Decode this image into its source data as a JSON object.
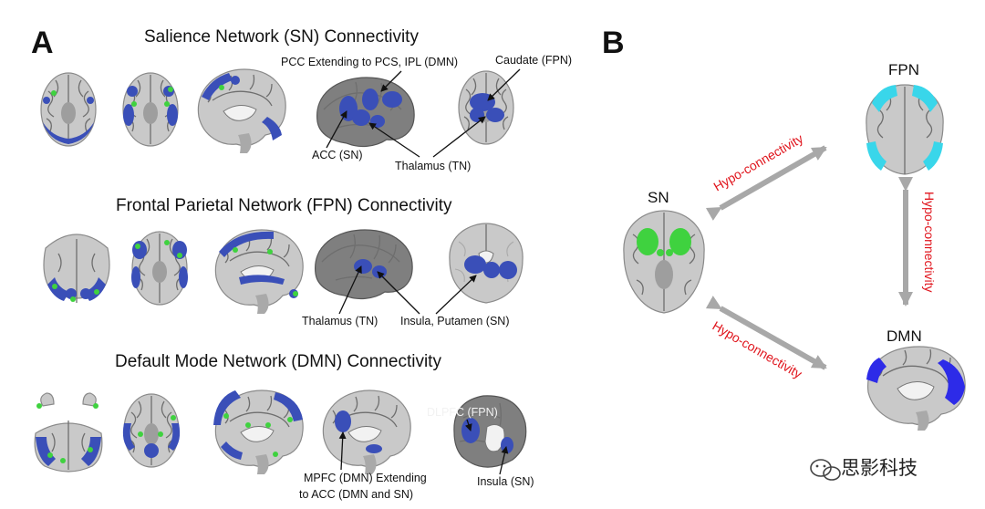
{
  "panel_a": {
    "letter": "A",
    "rows": [
      {
        "title": "Salience Network (SN) Connectivity",
        "annotations": [
          "PCC Extending to PCS, IPL (DMN)",
          "Caudate (FPN)",
          "ACC (SN)",
          "Thalamus (TN)"
        ]
      },
      {
        "title": "Frontal Parietal Network (FPN) Connectivity",
        "annotations": [
          "Thalamus (TN)",
          "Insula, Putamen (SN)"
        ]
      },
      {
        "title": "Default Mode Network (DMN) Connectivity",
        "annotations": [
          "DLPFC (FPN)",
          "MPFC (DMN) Extending",
          "to ACC (DMN and SN)",
          "Insula (SN)"
        ]
      }
    ]
  },
  "panel_b": {
    "letter": "B",
    "nodes": [
      "SN",
      "FPN",
      "DMN"
    ],
    "edges": [
      {
        "from": "SN",
        "to": "FPN",
        "label": "Hypo-connectivity"
      },
      {
        "from": "FPN",
        "to": "DMN",
        "label": "Hypo-connectivity"
      },
      {
        "from": "SN",
        "to": "DMN",
        "label": "Hypo-connectivity"
      }
    ],
    "colors": {
      "SN": "#3fd23f",
      "FPN": "#39d6ea",
      "DMN": "#2d2be8",
      "label": "#e0141c",
      "arrow": "#a8a8a8"
    }
  },
  "colors": {
    "connectivity_blue": "#3a4fb8",
    "seed_green": "#3fd23f"
  },
  "watermark": "思影科技"
}
